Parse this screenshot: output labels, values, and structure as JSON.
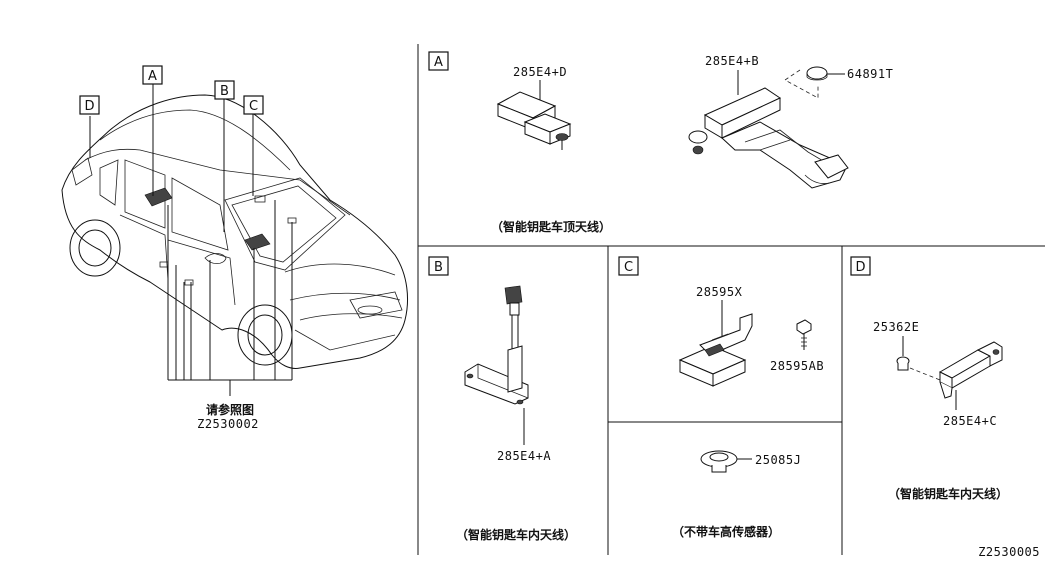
{
  "overview": {
    "location_labels": [
      "A",
      "B",
      "C",
      "D"
    ],
    "see_ref_label": "请参照图",
    "see_ref_code": "Z2530002"
  },
  "sections": {
    "A": {
      "label": "A",
      "parts": [
        "285E4+D",
        "285E4+B",
        "64891T"
      ],
      "caption": "（智能钥匙车顶天线）"
    },
    "B": {
      "label": "B",
      "parts": [
        "285E4+A"
      ],
      "caption": "（智能钥匙车内天线）"
    },
    "C": {
      "label": "C",
      "parts": [
        "28595X",
        "28595AB",
        "25085J"
      ],
      "caption": "（不带车高传感器）"
    },
    "D": {
      "label": "D",
      "parts": [
        "25362E",
        "285E4+C"
      ],
      "caption": "（智能钥匙车内天线）"
    }
  },
  "figure_code": "Z2530005"
}
